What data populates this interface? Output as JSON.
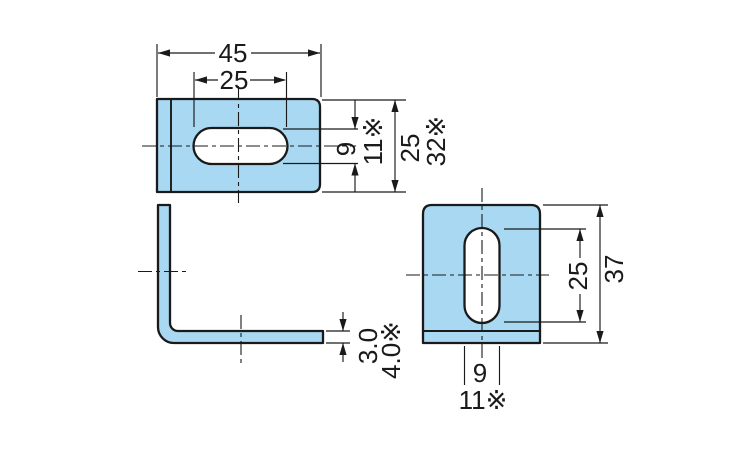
{
  "colors": {
    "part_fill": "#a9d9f2",
    "hole_fill": "#ffffff",
    "line": "#1a1a1a",
    "background": "#ffffff"
  },
  "top_view": {
    "width": "45",
    "slot_length": "25",
    "slot_width": "9",
    "slot_width_ref": "11※",
    "depth": "25",
    "depth_ref": "32※"
  },
  "side_view": {
    "thickness": "3.0",
    "thickness_ref": "4.0※"
  },
  "front_view": {
    "slot_length": "25",
    "height": "37",
    "slot_width": "9",
    "slot_width_ref": "11※"
  }
}
